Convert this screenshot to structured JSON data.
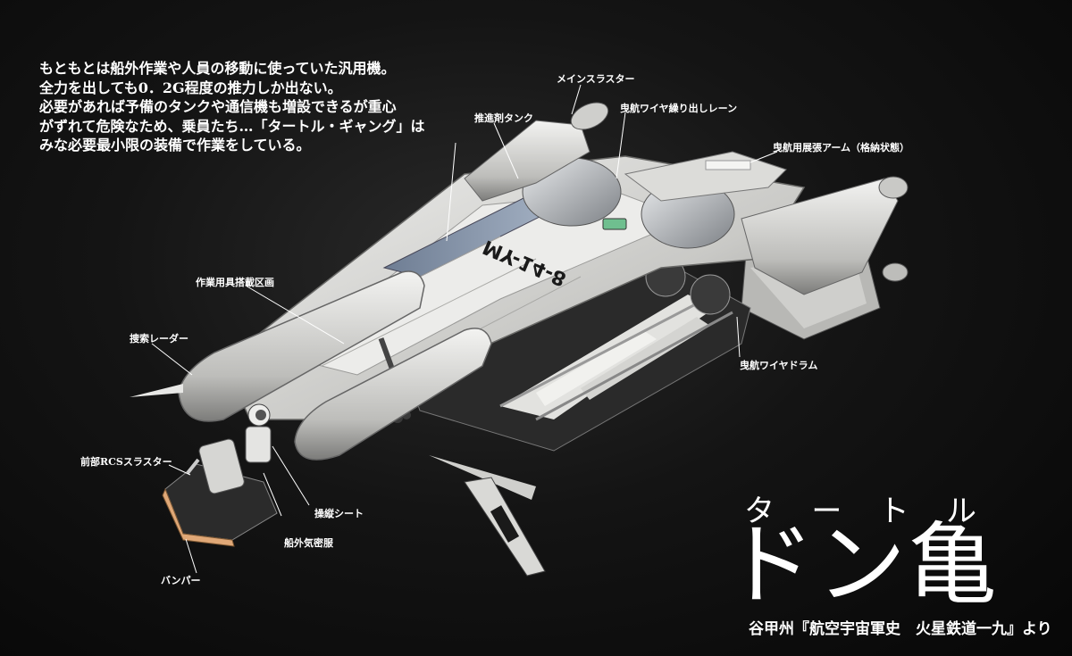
{
  "description": {
    "lines": [
      "もともとは船外作業や人員の移動に使っていた汎用機。",
      "全力を出しても0．2G程度の推力しか出ない。",
      "必要があれば予備のタンクや通信機も増設できるが重心",
      "がずれて危険なため、乗員たち…「タートル・ギャング」は",
      "みな必要最小限の装備で作業をしている。"
    ]
  },
  "labels": {
    "main_thruster": "メインスラスター",
    "propellant_tank": "推進剤タンク",
    "tow_wire_lane": "曳航ワイヤ繰り出しレーン",
    "tow_arm": "曳航用展張アーム（格納状態）",
    "tool_bay": "作業用具搭載区画",
    "search_radar": "捜索レーダー",
    "tow_wire_drum": "曳航ワイヤドラム",
    "front_rcs": "前部RCSスラスター",
    "pilot_seat": "操縦シート",
    "eva_suit": "船外気密服",
    "bumper": "バンパー"
  },
  "hull_marking": "MY-14-8",
  "title": {
    "ruby": [
      "タ",
      "ー",
      "ト",
      "ル"
    ],
    "main": "ドン亀"
  },
  "credit": "谷甲州『航空宇宙軍史　火星鉄道一九』より",
  "colors": {
    "background": "#0b0b0b",
    "hull": "#d9d9d6",
    "hull_shadow": "#8a8a88",
    "bumper": "#e0a877",
    "text": "#ffffff"
  }
}
